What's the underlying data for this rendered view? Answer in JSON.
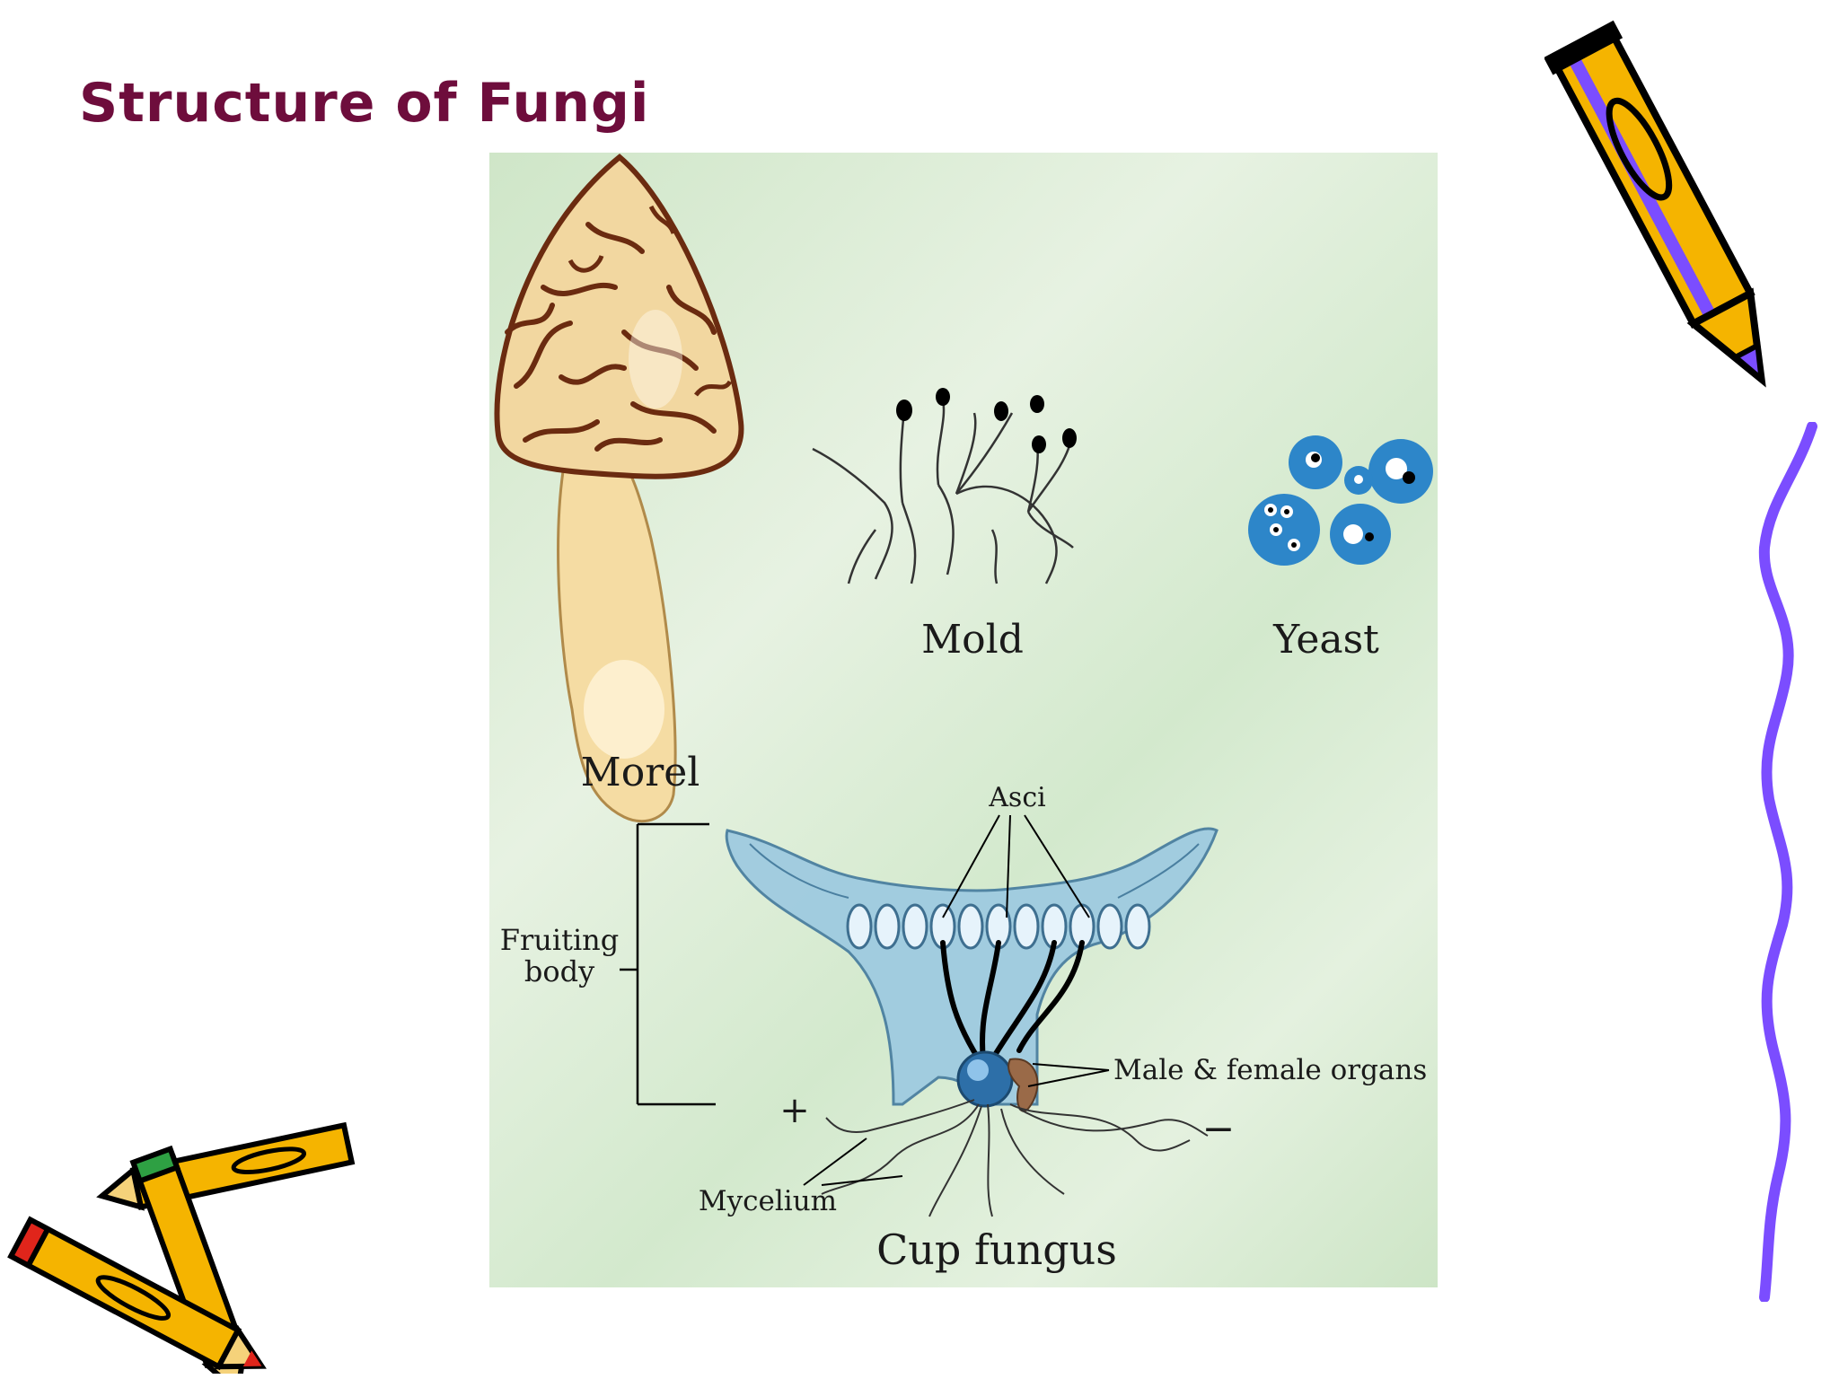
{
  "slide": {
    "title": "Structure of Fungi"
  },
  "figure": {
    "labels": {
      "morel": "Morel",
      "mold": "Mold",
      "yeast": "Yeast",
      "asci": "Asci",
      "fruiting_body_line1": "Fruiting",
      "fruiting_body_line2": "body",
      "organs": "Male & female organs",
      "plus": "+",
      "minus": "−",
      "mycelium": "Mycelium",
      "cup_fungus": "Cup fungus"
    }
  },
  "colors": {
    "title": "#6e0d3c",
    "pencil_body": "#f5b400",
    "pencil_tip": "#7b4dff",
    "squiggle": "#7b4dff",
    "cup": "#9fcbe0",
    "yeast": "#2d86c9"
  },
  "icons": [
    "pencil-icon",
    "crayons-icon",
    "squiggle-line"
  ]
}
